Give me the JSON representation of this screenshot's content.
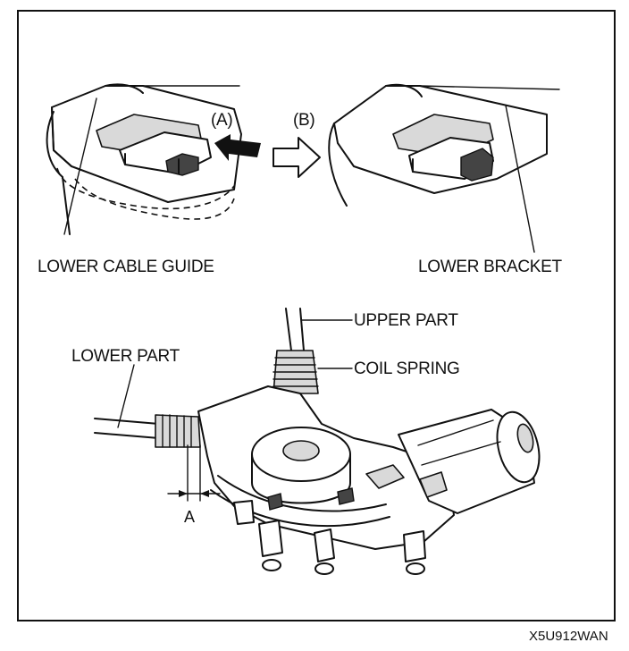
{
  "labels": {
    "callout_a": "(A)",
    "callout_b": "(B)",
    "lower_cable_guide": "LOWER CABLE GUIDE",
    "lower_bracket": "LOWER BRACKET",
    "upper_part": "UPPER PART",
    "lower_part": "LOWER PART",
    "coil_spring": "COIL SPRING",
    "dimension_a": "A"
  },
  "figure_code": "X5U912WAN"
}
